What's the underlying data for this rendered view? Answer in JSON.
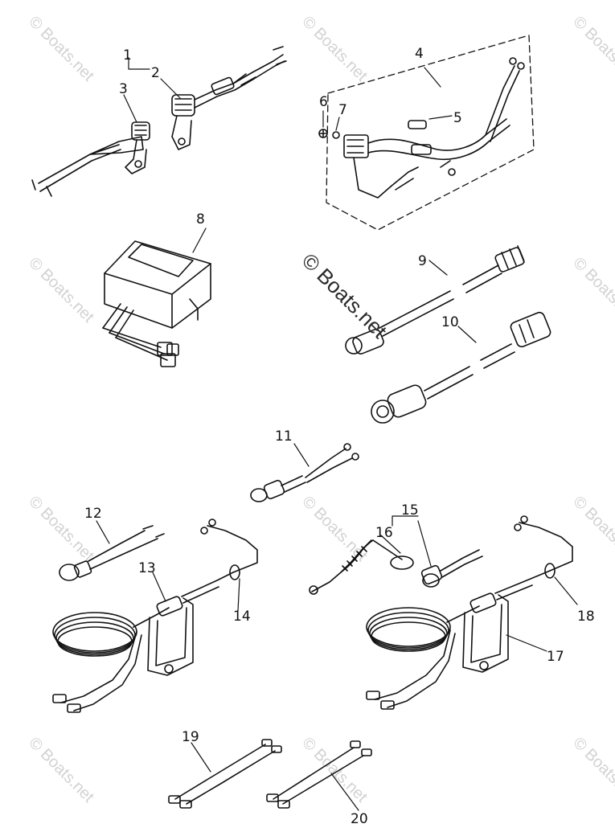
{
  "diagram": {
    "watermark": "© Boats.net",
    "callouts": [
      "1",
      "2",
      "3",
      "4",
      "5",
      "6",
      "7",
      "8",
      "9",
      "10",
      "11",
      "12",
      "13",
      "14",
      "15",
      "16",
      "17",
      "18",
      "19",
      "20"
    ],
    "colors": {
      "ink": "#111111",
      "watermark": "#d2d2d2",
      "background": "#ffffff"
    }
  }
}
